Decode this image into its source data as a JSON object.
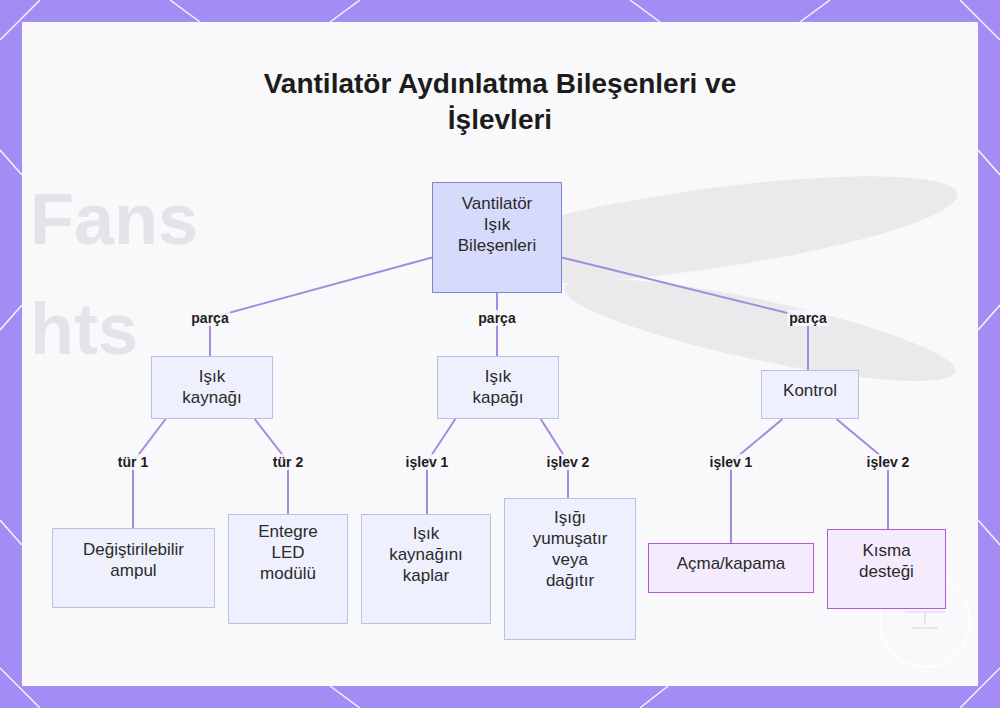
{
  "diagram": {
    "title": "Vantilatör Aydınlatma Bileşenleri ve İşlevleri",
    "nodes": [
      {
        "text": [
          "Vantilatör Işık Bileşenleri"
        ]
      },
      {
        "text": [
          "Işık kaynağı"
        ]
      },
      {
        "text": [
          "Işık kapağı"
        ]
      },
      {
        "text": [
          "Kontrol"
        ]
      },
      {
        "text": [
          "Değiştirilebilir ampul"
        ]
      },
      {
        "text": [
          "Entegre LED modülü"
        ]
      },
      {
        "text": [
          "Işık kaynağını kaplar"
        ]
      },
      {
        "text": [
          "Işığı yumuşatır veya dağıtır"
        ]
      },
      {
        "text": [
          "Açma/kapama"
        ]
      },
      {
        "text": [
          "Kısma desteği"
        ]
      }
    ],
    "edges": [
      {
        "from": 0,
        "to": 1,
        "label": "parça",
        "arrow": "none"
      },
      {
        "from": 0,
        "to": 2,
        "label": "parça",
        "arrow": "none"
      },
      {
        "from": 0,
        "to": 3,
        "label": "parça",
        "arrow": "none"
      },
      {
        "from": 1,
        "to": 4,
        "label": "tür 1",
        "arrow": "none"
      },
      {
        "from": 1,
        "to": 5,
        "label": "tür 2",
        "arrow": "none"
      },
      {
        "from": 2,
        "to": 6,
        "label": "işlev 1",
        "arrow": "none"
      },
      {
        "from": 2,
        "to": 7,
        "label": "işlev 2",
        "arrow": "none"
      },
      {
        "from": 3,
        "to": 8,
        "label": "işlev 1",
        "arrow": "none"
      },
      {
        "from": 3,
        "to": 9,
        "label": "işlev 2",
        "arrow": "none"
      }
    ],
    "labels": [
      "Fans",
      "hts"
    ]
  }
}
